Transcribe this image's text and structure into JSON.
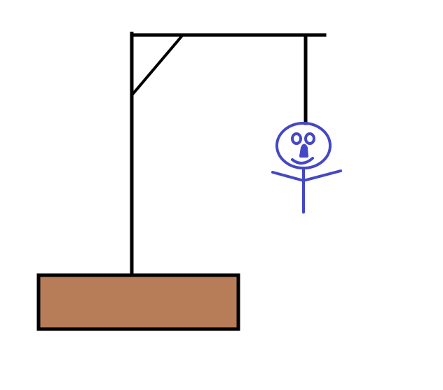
{
  "colors": {
    "background": "#ffffff",
    "gallows": "#000000",
    "figure": "#4448c4",
    "base_fill": "#b77c58",
    "base_outline": "#000000"
  },
  "game": {
    "visible_figure_parts": [
      "head",
      "eyes",
      "nose",
      "smile",
      "arms",
      "body"
    ]
  }
}
